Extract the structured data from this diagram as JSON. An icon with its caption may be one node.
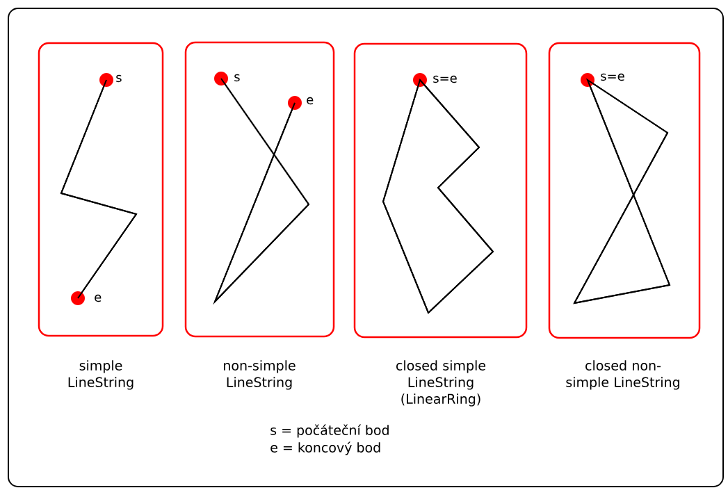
{
  "diagram": {
    "nodes": [
      {
        "text": [],
        "shape": "box",
        "beside": [
          "simple LineString"
        ]
      },
      {
        "text": [],
        "shape": "box",
        "beside": [
          "non-simple LineString"
        ]
      },
      {
        "text": [],
        "shape": "box",
        "beside": [
          "closed simple LineString (LinearRing)"
        ]
      },
      {
        "text": [],
        "shape": "box",
        "beside": [
          "closed non-simple LineString"
        ]
      }
    ],
    "labels": [
      "s",
      "e",
      "s",
      "e",
      "s=e",
      "s=e",
      "s = počáteční bod",
      "e = koncový bod"
    ]
  }
}
